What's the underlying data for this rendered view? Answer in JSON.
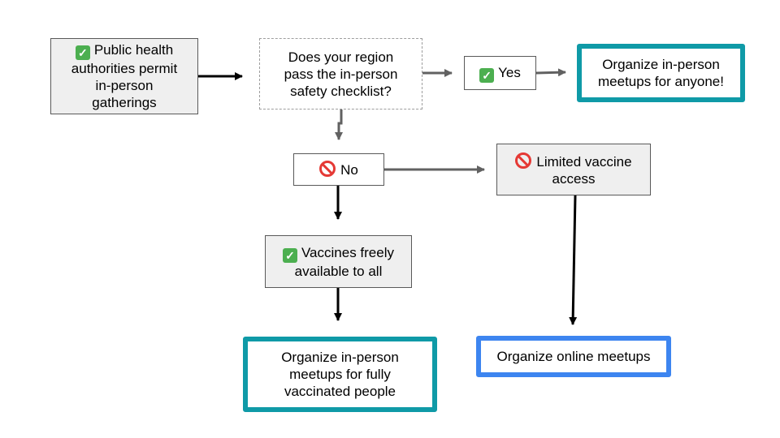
{
  "nodes": {
    "authorities": {
      "emoji": "check",
      "text": "Public health\nauthorities permit\nin-person\ngatherings"
    },
    "checklist": {
      "text": "Does your region\npass the in-person\nsafety checklist?"
    },
    "yes": {
      "emoji": "check",
      "text": "Yes"
    },
    "anyone": {
      "text": "Organize in-person\nmeetups for anyone!"
    },
    "no": {
      "emoji": "no",
      "text": "No"
    },
    "limited": {
      "emoji": "no",
      "text": "Limited vaccine\naccess"
    },
    "vaccines": {
      "emoji": "check",
      "text": "Vaccines freely\navailable to all"
    },
    "vaccinated": {
      "text": "Organize in-person\nmeetups for fully\nvaccinated people"
    },
    "online": {
      "text": "Organize online meetups"
    }
  },
  "colors": {
    "teal_border": "#0f9aa7",
    "blue_border": "#3d85f0",
    "gray_fill": "#efefef",
    "arrow_gray": "#616161",
    "arrow_black": "#000000"
  }
}
